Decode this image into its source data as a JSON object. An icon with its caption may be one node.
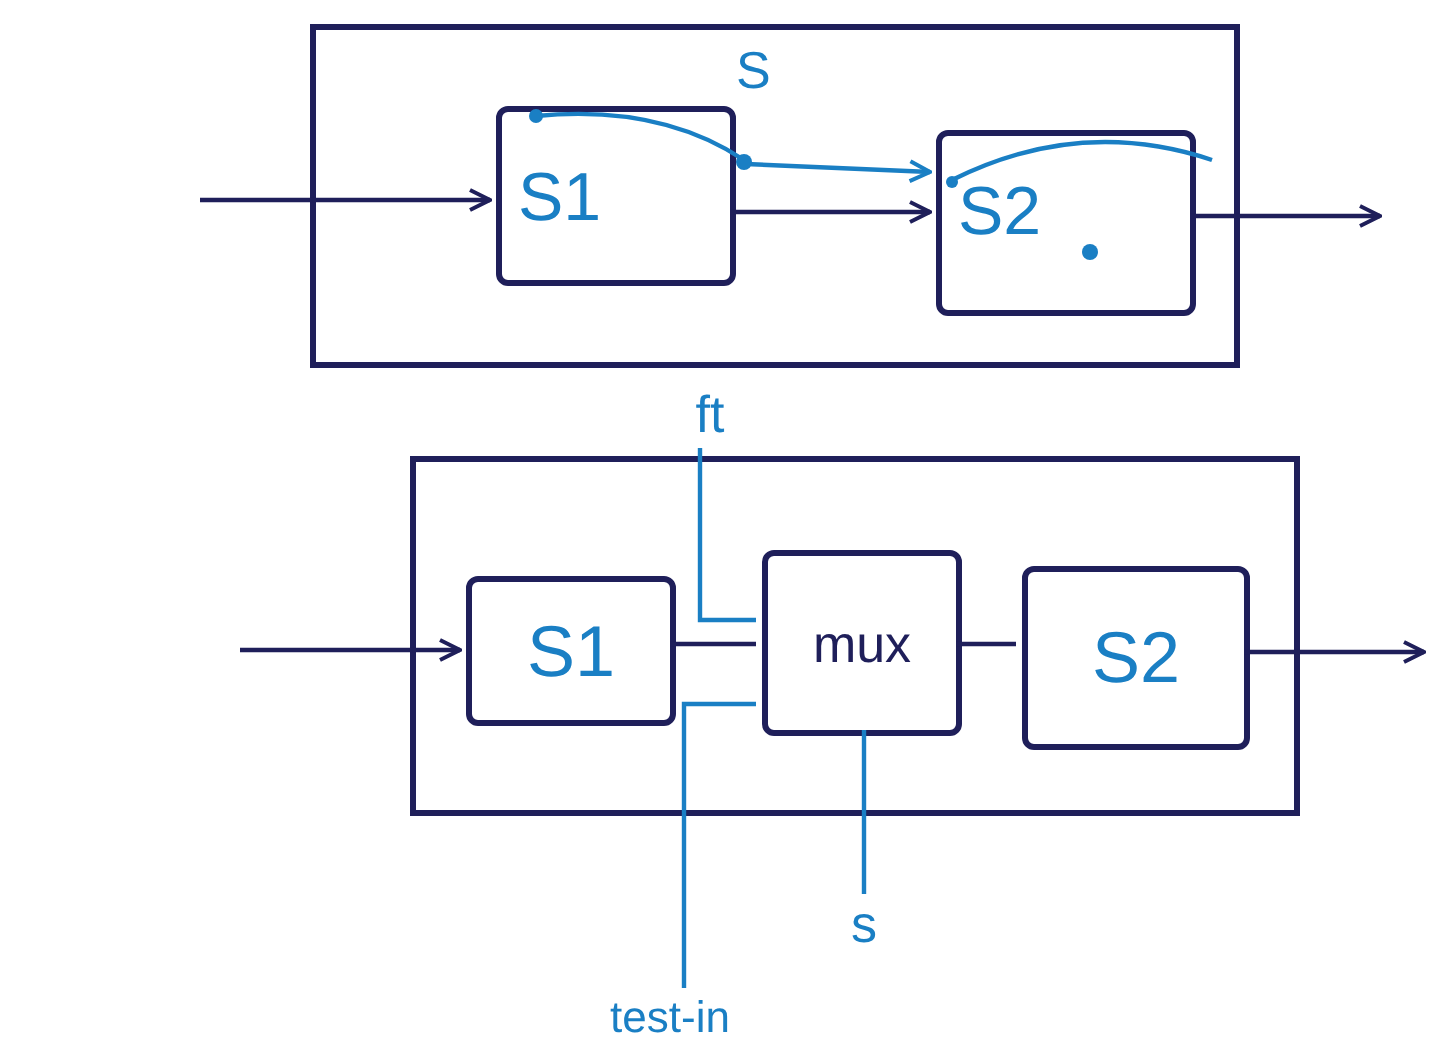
{
  "diagram": {
    "nodes": [
      {
        "text": [],
        "shape": "box"
      },
      {
        "text": [
          "S1"
        ],
        "in": 0
      },
      {
        "text": [
          "S2"
        ],
        "in": 0
      },
      {
        "text": [],
        "shape": "box"
      },
      {
        "text": [
          "S1"
        ],
        "in": 3
      },
      {
        "text": [
          "mux"
        ],
        "in": 3
      },
      {
        "text": [
          "S2"
        ],
        "in": 3
      },
      {
        "text": [
          "ft"
        ]
      },
      {
        "text": [
          "test-in"
        ]
      },
      {
        "text": [
          "s"
        ]
      }
    ],
    "edges": [
      {
        "from": null,
        "to": 1,
        "arrow": "to"
      },
      {
        "from": 1,
        "to": 2,
        "arrow": "to"
      },
      {
        "from": 1,
        "to": 2,
        "arrow": "to",
        "color": "#1a7fc4"
      },
      {
        "from": 2,
        "to": null,
        "arrow": "to"
      },
      {
        "from": null,
        "to": 4,
        "arrow": "to"
      },
      {
        "from": 4,
        "to": 5,
        "arrow": "none"
      },
      {
        "from": 7,
        "to": 5,
        "arrow": "none",
        "color": "#1a7fc4"
      },
      {
        "from": 8,
        "to": 5,
        "arrow": "none",
        "color": "#1a7fc4"
      },
      {
        "from": 9,
        "to": 5,
        "arrow": "none",
        "color": "#1a7fc4"
      },
      {
        "from": 5,
        "to": 6,
        "arrow": "none"
      },
      {
        "from": 6,
        "to": null,
        "arrow": "to"
      }
    ],
    "labels": [
      "S"
    ]
  }
}
